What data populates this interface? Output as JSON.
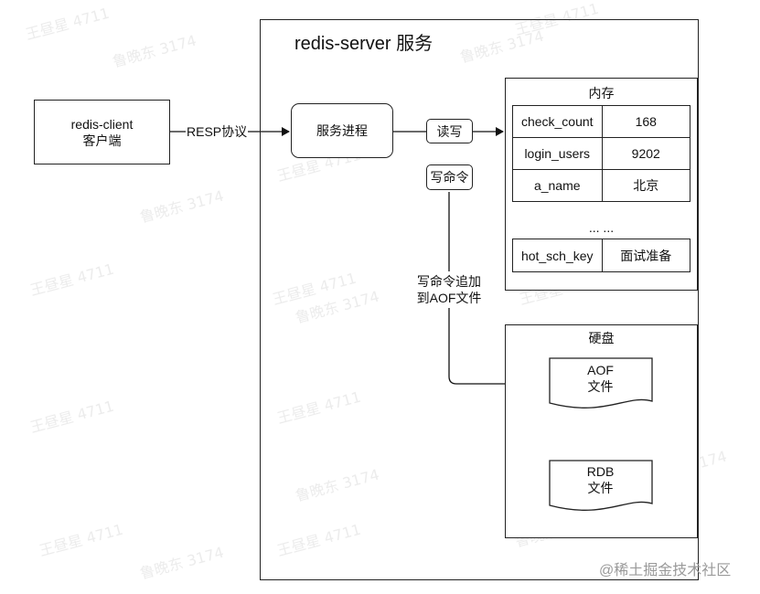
{
  "client": {
    "line1": "redis-client",
    "line2": "客户端"
  },
  "protocol_label": "RESP协议",
  "server": {
    "title": "redis-server 服务",
    "process": "服务进程",
    "rw_label": "读写",
    "write_cmd_label": "写命令",
    "append_label_line1": "写命令追加",
    "append_label_line2": "到AOF文件"
  },
  "memory": {
    "title": "内存",
    "rows": [
      {
        "key": "check_count",
        "value": "168"
      },
      {
        "key": "login_users",
        "value": "9202"
      },
      {
        "key": "a_name",
        "value": "北京"
      }
    ],
    "ellipsis": "... ...",
    "last_row": {
      "key": "hot_sch_key",
      "value": "面试准备"
    }
  },
  "disk": {
    "title": "硬盘",
    "aof": {
      "line1": "AOF",
      "line2": "文件"
    },
    "rdb": {
      "line1": "RDB",
      "line2": "文件"
    }
  },
  "watermarks": [
    "王昼星 4711",
    "鲁晚东 3174"
  ],
  "footer_watermark": "@稀土掘金技术社区"
}
